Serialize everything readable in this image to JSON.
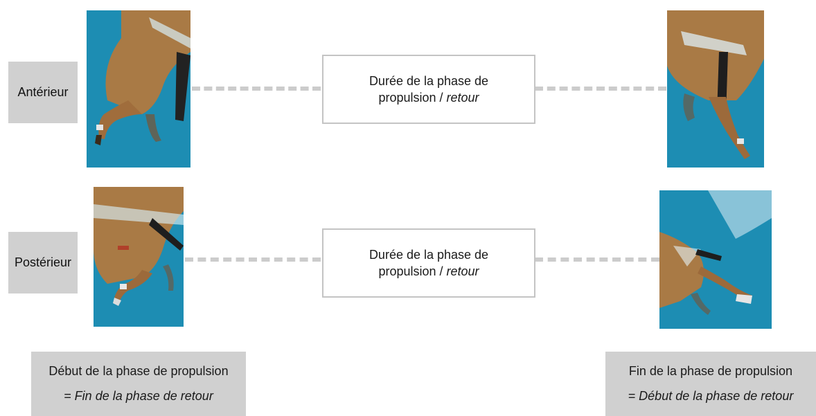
{
  "rows": {
    "anterior": {
      "label": "Antérieur"
    },
    "posterior": {
      "label": "Postérieur"
    }
  },
  "duration_box": {
    "line1": "Durée de la phase de",
    "line2_prefix": "propulsion / ",
    "line2_italic": "retour"
  },
  "bottom": {
    "start": {
      "line1": "Début de la phase de propulsion",
      "line2": "= Fin de la phase de retour"
    },
    "end": {
      "line1": "Fin de la phase de propulsion",
      "line2": "= Début de la phase de retour"
    }
  },
  "colors": {
    "label_bg": "#d0d0d0",
    "box_border": "#c4c4c4",
    "dash": "#cccccc",
    "water": "#1f8fb4",
    "horse": "#a97a45"
  }
}
